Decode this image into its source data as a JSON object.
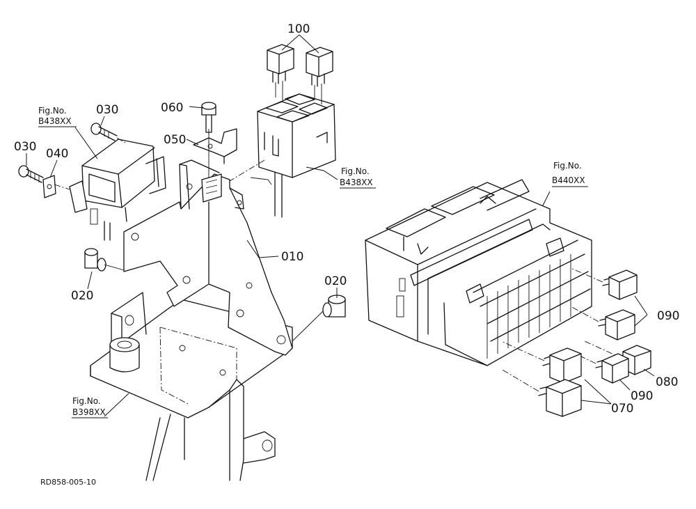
{
  "callouts": {
    "c100": "100",
    "c030a": "030",
    "c030b": "030",
    "c040": "040",
    "c060": "060",
    "c050": "050",
    "c010": "010",
    "c020a": "020",
    "c020b": "020",
    "c090a": "090",
    "c090b": "090",
    "c080": "080",
    "c070": "070"
  },
  "figrefs": {
    "f1_label": "Fig.No.",
    "f1_code": "B438XX",
    "f2_label": "Fig.No.",
    "f2_code": "B438XX",
    "f3_label": "Fig.No.",
    "f3_code": "B440XX",
    "f4_label": "Fig.No.",
    "f4_code": "B398XX"
  },
  "drawing_code": "RD858-005-10"
}
